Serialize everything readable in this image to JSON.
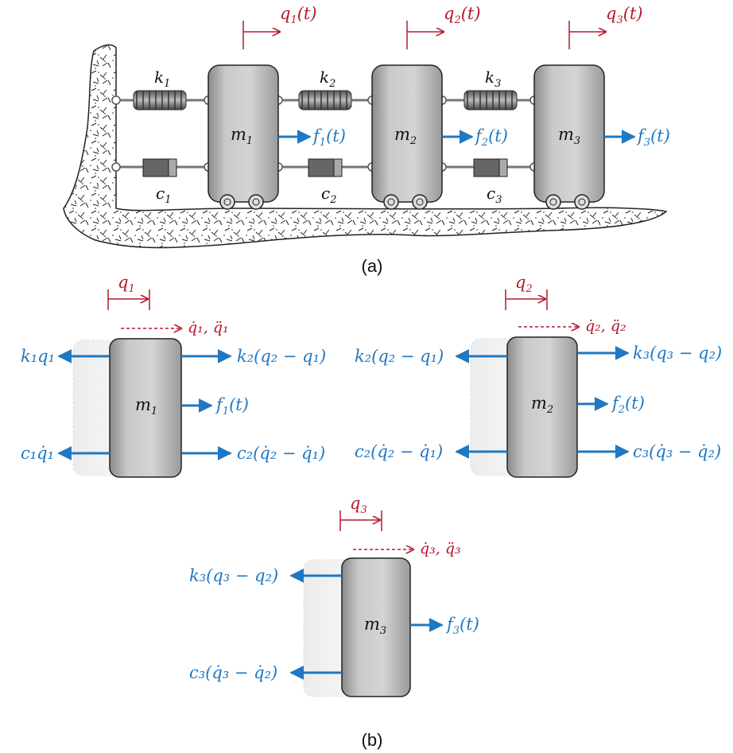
{
  "captions": {
    "a": "(a)",
    "b": "(b)"
  },
  "colors": {
    "force": "#1f78c1",
    "displacement": "#b5182e"
  },
  "system": {
    "displacements": [
      {
        "base": "q",
        "sub": "1",
        "arg": "(t)"
      },
      {
        "base": "q",
        "sub": "2",
        "arg": "(t)"
      },
      {
        "base": "q",
        "sub": "3",
        "arg": "(t)"
      }
    ],
    "springs": [
      {
        "base": "k",
        "sub": "1"
      },
      {
        "base": "k",
        "sub": "2"
      },
      {
        "base": "k",
        "sub": "3"
      }
    ],
    "dampers": [
      {
        "base": "c",
        "sub": "1"
      },
      {
        "base": "c",
        "sub": "2"
      },
      {
        "base": "c",
        "sub": "3"
      }
    ],
    "masses": [
      {
        "base": "m",
        "sub": "1"
      },
      {
        "base": "m",
        "sub": "2"
      },
      {
        "base": "m",
        "sub": "3"
      }
    ],
    "forces": [
      {
        "base": "f",
        "sub": "1",
        "arg": "(t)"
      },
      {
        "base": "f",
        "sub": "2",
        "arg": "(t)"
      },
      {
        "base": "f",
        "sub": "3",
        "arg": "(t)"
      }
    ]
  },
  "fbd": {
    "m1": {
      "mass": {
        "base": "m",
        "sub": "1"
      },
      "disp": {
        "base": "q",
        "sub": "1"
      },
      "rates": "q̇₁, q̈₁",
      "left_spring": "k₁q₁",
      "left_damper": "c₁q̇₁",
      "right_spring": "k₂(q₂ − q₁)",
      "right_damper": "c₂(q̇₂ − q̇₁)",
      "force": {
        "base": "f",
        "sub": "1",
        "arg": "(t)"
      }
    },
    "m2": {
      "mass": {
        "base": "m",
        "sub": "2"
      },
      "disp": {
        "base": "q",
        "sub": "2"
      },
      "rates": "q̇₂, q̈₂",
      "left_spring": "k₂(q₂ − q₁)",
      "left_damper": "c₂(q̇₂ − q̇₁)",
      "right_spring": "k₃(q₃ − q₂)",
      "right_damper": "c₃(q̇₃ − q̇₂)",
      "force": {
        "base": "f",
        "sub": "2",
        "arg": "(t)"
      }
    },
    "m3": {
      "mass": {
        "base": "m",
        "sub": "3"
      },
      "disp": {
        "base": "q",
        "sub": "3"
      },
      "rates": "q̇₃, q̈₃",
      "left_spring": "k₃(q₃ − q₂)",
      "left_damper": "c₃(q̇₃ − q̇₂)",
      "force": {
        "base": "f",
        "sub": "3",
        "arg": "(t)"
      }
    }
  }
}
